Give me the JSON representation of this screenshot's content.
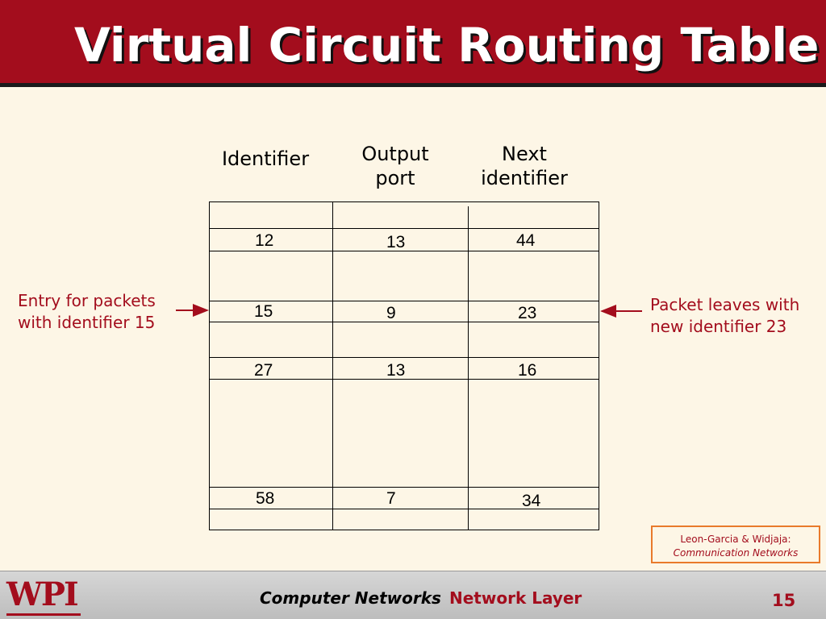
{
  "slide": {
    "title": "Virtual Circuit Routing Table",
    "page_number": "15"
  },
  "table": {
    "headers": {
      "identifier": "Identifier",
      "output_port_line1": "Output",
      "output_port_line2": "port",
      "next_identifier_line1": "Next",
      "next_identifier_line2": "identifier"
    },
    "rows": [
      {
        "identifier": "12",
        "output_port": "13",
        "next_identifier": "44"
      },
      {
        "identifier": "15",
        "output_port": "9",
        "next_identifier": "23"
      },
      {
        "identifier": "27",
        "output_port": "13",
        "next_identifier": "16"
      },
      {
        "identifier": "58",
        "output_port": "7",
        "next_identifier": "34"
      }
    ]
  },
  "annotations": {
    "left_line1": "Entry for packets",
    "left_line2": "with identifier 15",
    "right_line1": "Packet leaves with",
    "right_line2": "new identifier 23"
  },
  "citation": {
    "line1": "Leon-Garcia & Widjaja:",
    "line2": "Communication Networks"
  },
  "footer": {
    "logo": "WPI",
    "course": "Computer Networks",
    "topic": "Network Layer"
  },
  "colors": {
    "title_bar": "#a30d1d",
    "background": "#fdf6e6",
    "accent_text": "#a30d1d",
    "citation_border": "#e97a2b"
  }
}
